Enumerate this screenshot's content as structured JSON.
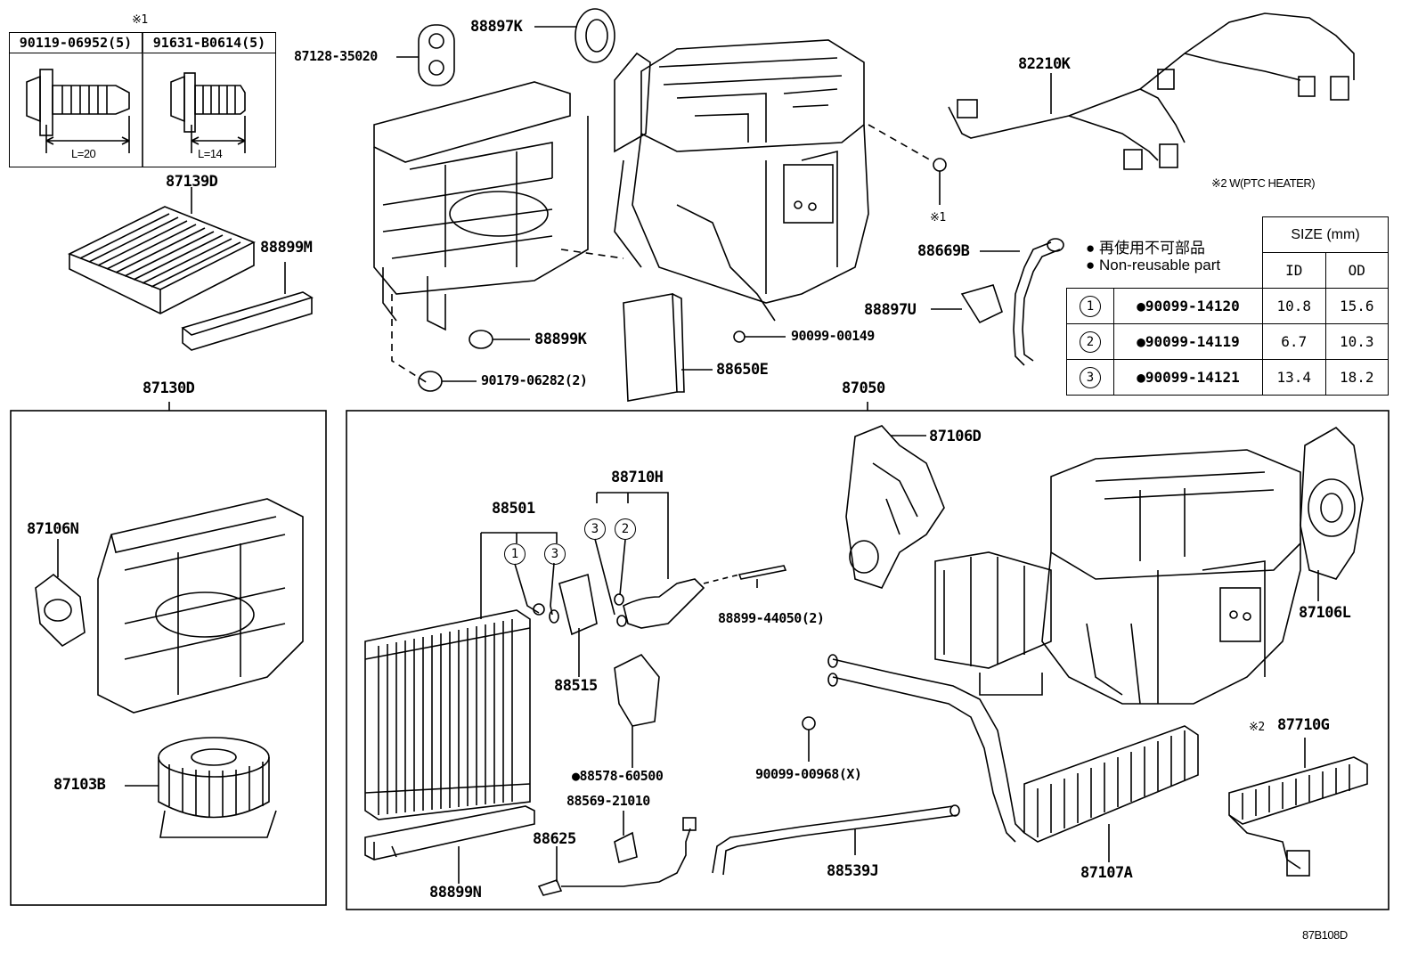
{
  "note1_mark": "※1",
  "bolts": [
    {
      "part": "90119-06952(5)",
      "length": "L=20"
    },
    {
      "part": "91631-B0614(5)",
      "length": "L=14"
    }
  ],
  "parts": {
    "p87139D": "87139D",
    "p88899M": "88899M",
    "p87128": "87128-35020",
    "p88897K": "88897K",
    "p82210K": "82210K",
    "p_note1b": "※1",
    "p88669B": "88669B",
    "p88897U": "88897U",
    "p88899K": "88899K",
    "p90099_00149": "90099-00149",
    "p90179": "90179-06282(2)",
    "p88650E": "88650E",
    "p87130D": "87130D",
    "p87050": "87050",
    "p87106N": "87106N",
    "p87103B": "87103B",
    "p88710H": "88710H",
    "p88501": "88501",
    "p88515": "88515",
    "p88899_44050": "88899-44050(2)",
    "p88578": "●88578-60500",
    "p88569": "88569-21010",
    "p88625": "88625",
    "p88899N": "88899N",
    "p90099_00968": "90099-00968(X)",
    "p88539J": "88539J",
    "p87107A": "87107A",
    "p87710G": "87710G",
    "p87710G_mark": "※2",
    "p87106D": "87106D",
    "p87106L": "87106L",
    "diagram_code": "87B108D",
    "ptc_note": "※2 W(PTC HEATER)"
  },
  "circles": {
    "c1": "1",
    "c2": "2",
    "c3": "3"
  },
  "legend": {
    "jp": "再使用不可部品",
    "en": "Non-reusable part"
  },
  "size_table": {
    "header": "SIZE (mm)",
    "col_id": "ID",
    "col_od": "OD",
    "rows": [
      {
        "no": "1",
        "part": "●90099-14120",
        "id": "10.8",
        "od": "15.6"
      },
      {
        "no": "2",
        "part": "●90099-14119",
        "id": "6.7",
        "od": "10.3"
      },
      {
        "no": "3",
        "part": "●90099-14121",
        "id": "13.4",
        "od": "18.2"
      }
    ]
  }
}
